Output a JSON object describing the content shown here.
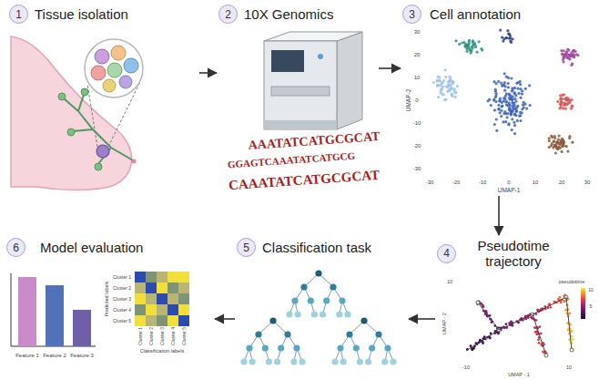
{
  "diagram": {
    "nodes": [
      {
        "text": [
          "1",
          "Tissue isolation"
        ]
      },
      {
        "text": [
          "2",
          "10X Genomics"
        ]
      },
      {
        "text": [
          "3",
          "Cell annotation"
        ]
      },
      {
        "text": [
          "4",
          "Pseudotime trajectory"
        ]
      },
      {
        "text": [
          "5",
          "Classification task"
        ]
      },
      {
        "text": [
          "6",
          "Model evaluation"
        ]
      }
    ],
    "edges": [
      {
        "from": 0,
        "to": 1,
        "arrow": "to"
      },
      {
        "from": 1,
        "to": 2,
        "arrow": "to"
      },
      {
        "from": 2,
        "to": 3,
        "arrow": "to"
      },
      {
        "from": 3,
        "to": 4,
        "arrow": "to"
      },
      {
        "from": 4,
        "to": 5,
        "arrow": "to"
      }
    ],
    "labels": [
      "30",
      "20",
      "10",
      "0",
      "-10",
      "-20",
      "-30",
      "-30",
      "-20",
      "-10",
      "0",
      "10",
      "20",
      "30",
      "UMAP-1",
      "UMAP-2",
      "pseudotime",
      "10",
      "5",
      "10",
      "-10",
      "10",
      "UMAP - 1",
      "UMAP - 2",
      "Feature 1",
      "Feature 2",
      "Feature 3",
      "Cluster 1",
      "Cluster 2",
      "Cluster 3",
      "Cluster 4",
      "Cluster 5",
      "Predicted labels",
      "Cluster 1",
      "Cluster 2",
      "Cluster 3",
      "Cluster 4",
      "Cluster 5",
      "Classification labels",
      "AAATATCATGCGCAT",
      "GGAGTCAAATATCATGCG",
      "CAAATATCATGCGCAT"
    ]
  }
}
